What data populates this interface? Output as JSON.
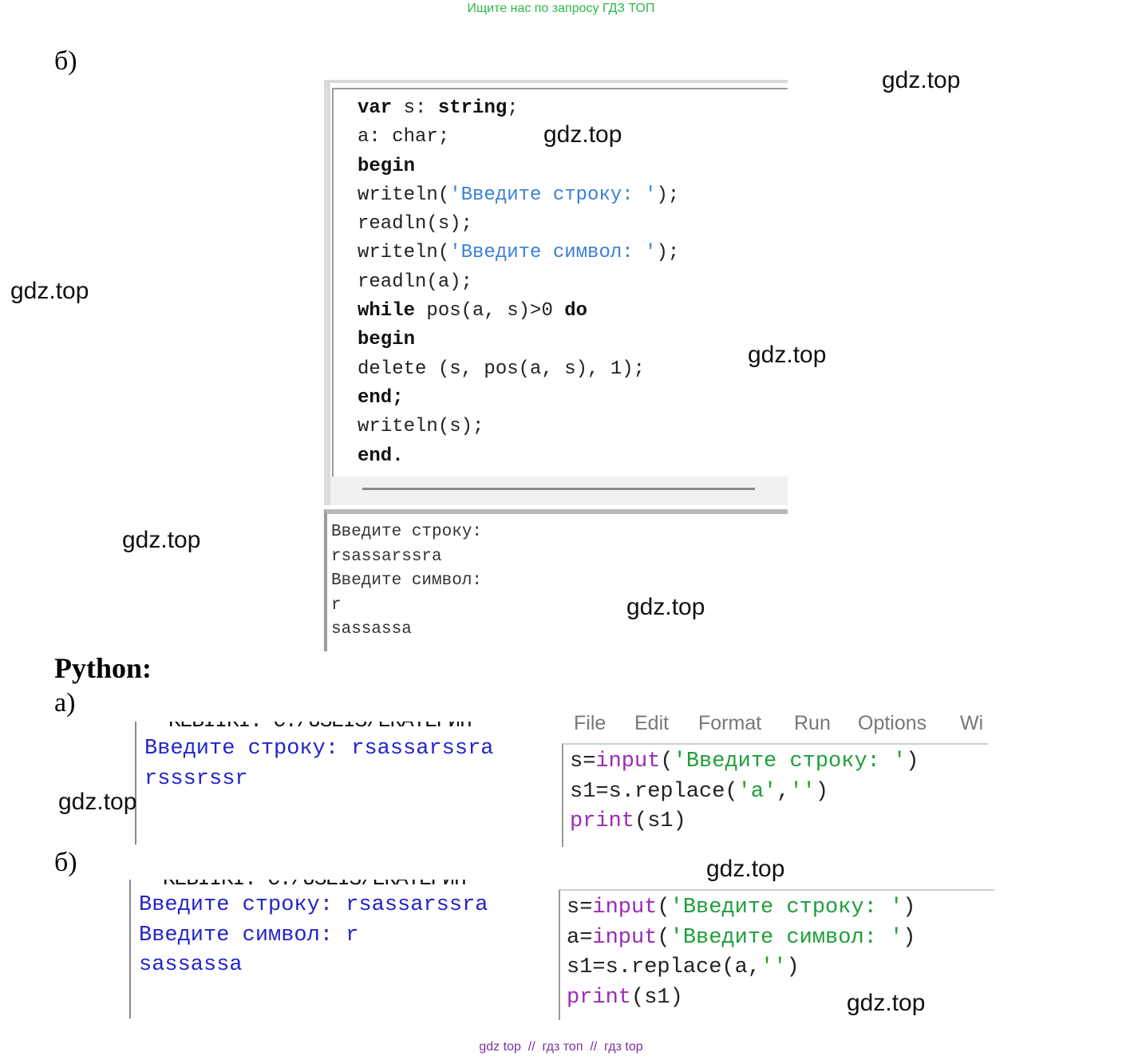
{
  "header": {
    "text": "Ищите нас по запросу ГДЗ ТОП"
  },
  "labels": {
    "b_top": "б)",
    "python": "Python:",
    "a": "а)",
    "b_bottom": "б)"
  },
  "watermarks": [
    "gdz.top",
    "gdz.top",
    "gdz.top",
    "gdz.top",
    "gdz.top",
    "gdz.top",
    "gdz.top",
    "gdz.top",
    "gdz.top"
  ],
  "pascal": {
    "lines": [
      "var s: string;",
      "a: char;",
      "begin",
      "writeln('Введите строку: ');",
      "readln(s);",
      "writeln('Введите символ: ');",
      "readln(a);",
      "while pos(a, s)>0 do",
      "begin",
      "delete (s, pos(a, s), 1);",
      "end;",
      "writeln(s);",
      "end."
    ],
    "output": [
      "Введите строку:",
      "rsassarssra",
      "Введите символ:",
      "r",
      "sassassa"
    ]
  },
  "python_a": {
    "shell_cut": "KEBIIKI. C./USEIS/ЕКАТЕРИН",
    "shell": [
      "Введите строку: rsassarssra",
      "rsssrssr"
    ],
    "menu": [
      "File",
      "Edit",
      "Format",
      "Run",
      "Options",
      "Wi"
    ],
    "code": {
      "l1_name": "s=",
      "l1_func": "input",
      "l1_open": "(",
      "l1_str": "'Введите строку: '",
      "l1_close": ")",
      "l2_pre": "s1=s.replace(",
      "l2_s1": "'a'",
      "l2_comma": ",",
      "l2_s2": "''",
      "l2_close": ")",
      "l3_func": "print",
      "l3_rest": "(s1)"
    }
  },
  "python_b": {
    "shell_cut": "KEBIIKI. C./USEIS/ЕКАТЕРИН",
    "shell": [
      "Введите строку: rsassarssra",
      "Введите символ: r",
      "sassassa"
    ],
    "code": {
      "l1_name": "s=",
      "l1_func": "input",
      "l1_open": "(",
      "l1_str": "'Введите строку: '",
      "l1_close": ")",
      "l2_name": "a=",
      "l2_func": "input",
      "l2_open": "(",
      "l2_str": "'Введите символ: '",
      "l2_close": ")",
      "l3_pre": "s1=s.replace(a,",
      "l3_str": "''",
      "l3_close": ")",
      "l4_func": "print",
      "l4_rest": "(s1)"
    }
  },
  "footer": {
    "text": "gdz top  //  гдз топ  //  гдз top"
  }
}
